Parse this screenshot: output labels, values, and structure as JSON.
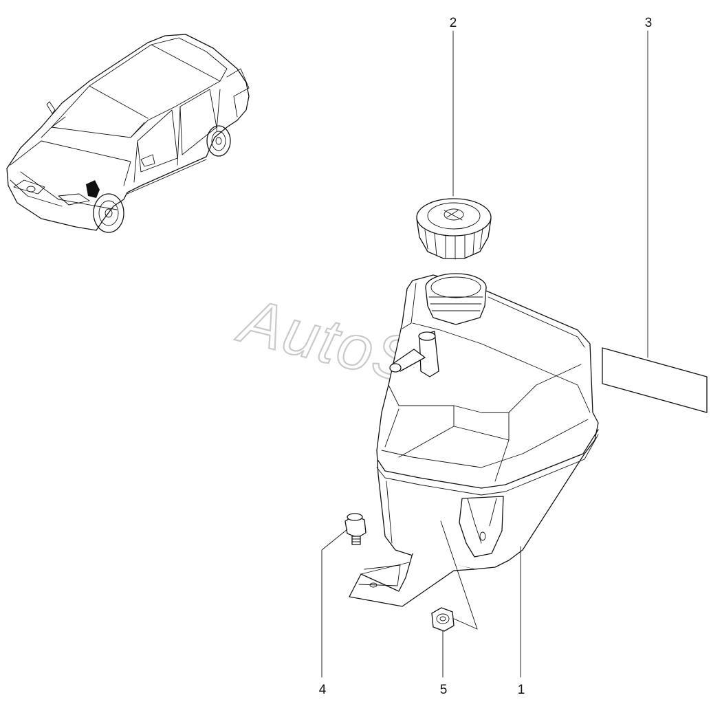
{
  "watermark": "AutoSoft",
  "callouts": [
    {
      "number": "1",
      "part": "expansion-tank"
    },
    {
      "number": "2",
      "part": "tank-cap"
    },
    {
      "number": "3",
      "part": "label-plate"
    },
    {
      "number": "4",
      "part": "bolt"
    },
    {
      "number": "5",
      "part": "nut"
    }
  ],
  "colors": {
    "line": "#111111",
    "watermark": "#c9c9c9",
    "background": "#ffffff"
  }
}
